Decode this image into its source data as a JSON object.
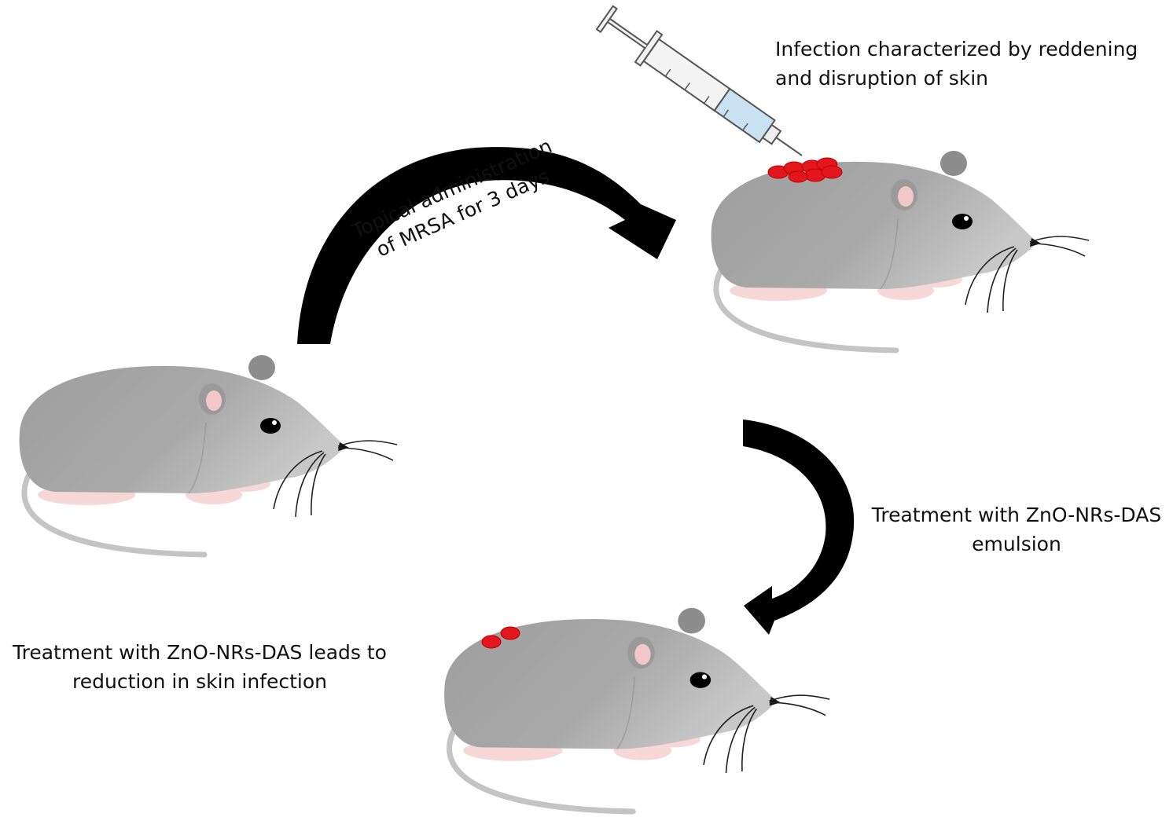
{
  "labels": {
    "topical": [
      "Topical administration",
      "of MRSA for 3 days"
    ],
    "infection": [
      "Infection characterized by reddening",
      "and disruption of skin"
    ],
    "treatment_step": [
      "Treatment with ZnO-NRs-DAS",
      "emulsion"
    ],
    "outcome": [
      "Treatment with ZnO-NRs-DAS leads to",
      "reduction in skin infection"
    ]
  },
  "mice": [
    {
      "name": "healthy",
      "lesions": 0
    },
    {
      "name": "infected",
      "lesions": 7
    },
    {
      "name": "treated",
      "lesions": 2
    }
  ],
  "colors": {
    "body": "#a3a3a3",
    "body_light": "#c2c2c2",
    "ear_inner": "#f2c7c7",
    "feet": "#f8d7d7",
    "tail": "#c4c4c4",
    "lesion": "#e3161e",
    "arrow": "#000000",
    "syringe_fluid": "#c9e2f1"
  }
}
